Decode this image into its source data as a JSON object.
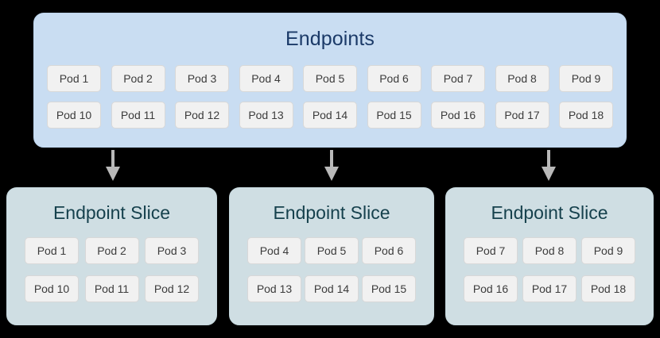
{
  "diagram": {
    "endpoints": {
      "title": "Endpoints",
      "title_color": "#1b3a68",
      "background_color": "#c9ddf2",
      "rows": [
        [
          "Pod 1",
          "Pod 2",
          "Pod 3",
          "Pod 4",
          "Pod 5",
          "Pod 6",
          "Pod 7",
          "Pod 8",
          "Pod 9"
        ],
        [
          "Pod 10",
          "Pod 11",
          "Pod 12",
          "Pod 13",
          "Pod 14",
          "Pod 15",
          "Pod 16",
          "Pod 17",
          "Pod 18"
        ]
      ]
    },
    "arrows": [
      {
        "name": "arrow-to-slice-1",
        "direction": "down",
        "color": "#b9b9b9"
      },
      {
        "name": "arrow-to-slice-2",
        "direction": "down",
        "color": "#b9b9b9"
      },
      {
        "name": "arrow-to-slice-3",
        "direction": "down",
        "color": "#b9b9b9"
      }
    ],
    "slices": [
      {
        "title": "Endpoint Slice",
        "title_color": "#16414d",
        "background_color": "#cfdee3",
        "rows": [
          [
            "Pod 1",
            "Pod 2",
            "Pod 3"
          ],
          [
            "Pod 10",
            "Pod 11",
            "Pod 12"
          ]
        ]
      },
      {
        "title": "Endpoint Slice",
        "title_color": "#16414d",
        "background_color": "#cfdee3",
        "rows": [
          [
            "Pod 4",
            "Pod 5",
            "Pod 6"
          ],
          [
            "Pod 13",
            "Pod 14",
            "Pod 15"
          ]
        ]
      },
      {
        "title": "Endpoint Slice",
        "title_color": "#16414d",
        "background_color": "#cfdee3",
        "rows": [
          [
            "Pod 7",
            "Pod 8",
            "Pod 9"
          ],
          [
            "Pod 16",
            "Pod 17",
            "Pod 18"
          ]
        ]
      }
    ],
    "pod_chip_style": {
      "background_color": "#f1f1f1",
      "border_color": "#d8d8d8",
      "text_color": "#3c3c3c"
    }
  }
}
